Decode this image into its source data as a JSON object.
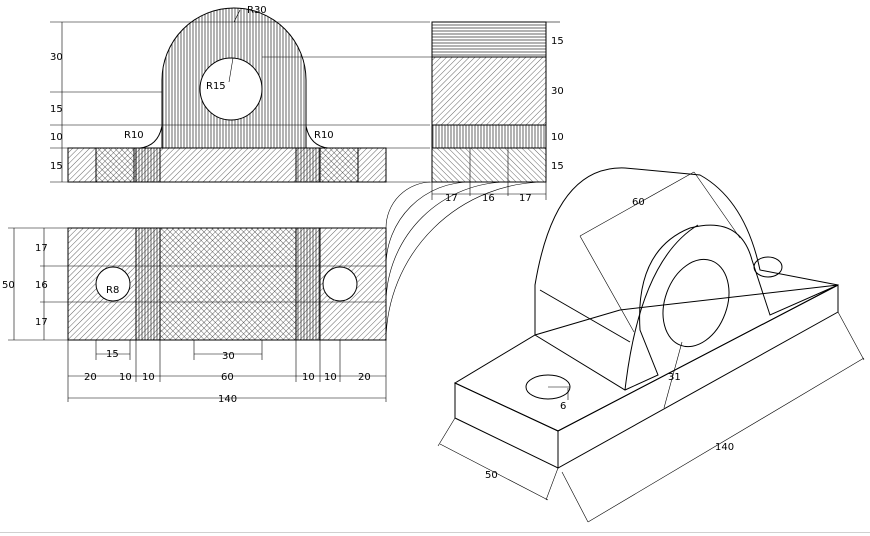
{
  "drawing": {
    "front_view": {
      "radii": {
        "top_arc": "R30",
        "hole": "R15",
        "fillet_left": "R10",
        "fillet_right": "R10"
      },
      "left_dims": [
        "30",
        "15",
        "10",
        "15"
      ]
    },
    "side_view": {
      "right_dims": [
        "15",
        "30",
        "10",
        "15"
      ],
      "bottom_dims": [
        "17",
        "16",
        "17"
      ]
    },
    "top_view": {
      "hole_label": "R8",
      "left_dims": [
        "17",
        "16",
        "17"
      ],
      "left_total": "50",
      "lower_dims": {
        "hole_offset": "15",
        "center": "30"
      },
      "chain_dims": [
        "20",
        "10",
        "10",
        "60",
        "10",
        "10",
        "20"
      ],
      "overall": "140"
    },
    "isometric": {
      "labels": {
        "arc_radius": "60",
        "hole_height": "31",
        "small_hole": "6",
        "length": "140",
        "width": "50"
      }
    }
  }
}
